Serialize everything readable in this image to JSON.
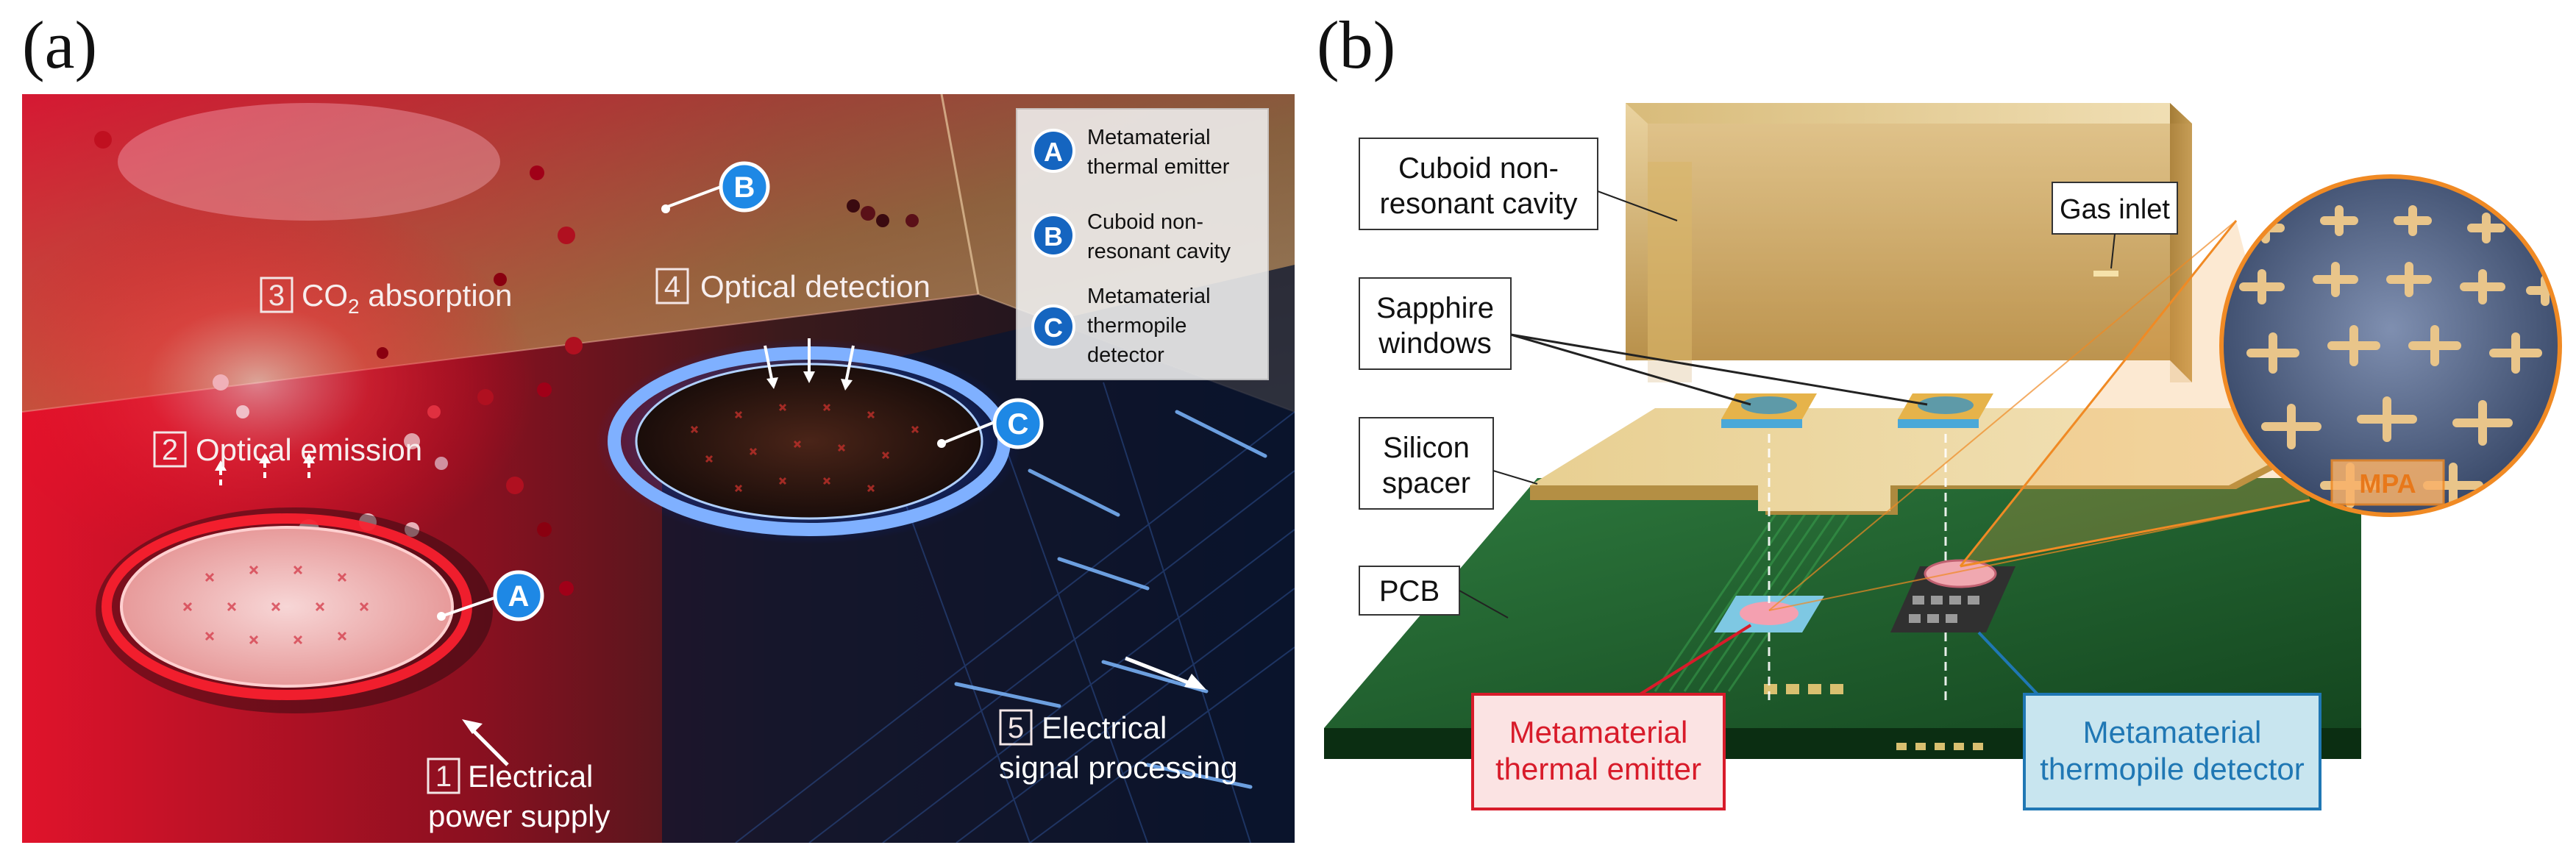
{
  "panel_a": {
    "label": "(a)",
    "steps": [
      {
        "num": "1",
        "text_line1": "Electrical",
        "text_line2": "power supply"
      },
      {
        "num": "2",
        "text_line1": "Optical emission"
      },
      {
        "num": "3",
        "text_pre": "CO",
        "text_sub": "2",
        "text_post": " absorption"
      },
      {
        "num": "4",
        "text_line1": "Optical detection"
      },
      {
        "num": "5",
        "text_line1": "Electrical",
        "text_line2": "signal processing"
      }
    ],
    "markers": {
      "a": "A",
      "b": "B",
      "c": "C"
    },
    "legend": [
      {
        "badge": "A",
        "lines": [
          "Metamaterial",
          "thermal emitter"
        ]
      },
      {
        "badge": "B",
        "lines": [
          "Cuboid non-",
          "resonant cavity"
        ]
      },
      {
        "badge": "C",
        "lines": [
          "Metamaterial",
          "thermopile",
          "detector"
        ]
      }
    ]
  },
  "panel_b": {
    "label": "(b)",
    "callouts": {
      "cavity": [
        "Cuboid non-",
        "resonant cavity"
      ],
      "gas_inlet": "Gas inlet",
      "sapphire": [
        "Sapphire",
        "windows"
      ],
      "spacer": [
        "Silicon",
        "spacer"
      ],
      "pcb": "PCB",
      "emitter": [
        "Metamaterial",
        "thermal emitter"
      ],
      "detector": [
        "Metamaterial",
        "thermopile detector"
      ],
      "mpa": "MPA"
    }
  },
  "colors": {
    "emitter_red": "#d81b2a",
    "detector_blue": "#1f77b4",
    "badge_blue": "#1565c0",
    "mpa_orange": "#f08a24",
    "pcb_green": "#1d5a2c",
    "gold": "#c9a24a"
  }
}
